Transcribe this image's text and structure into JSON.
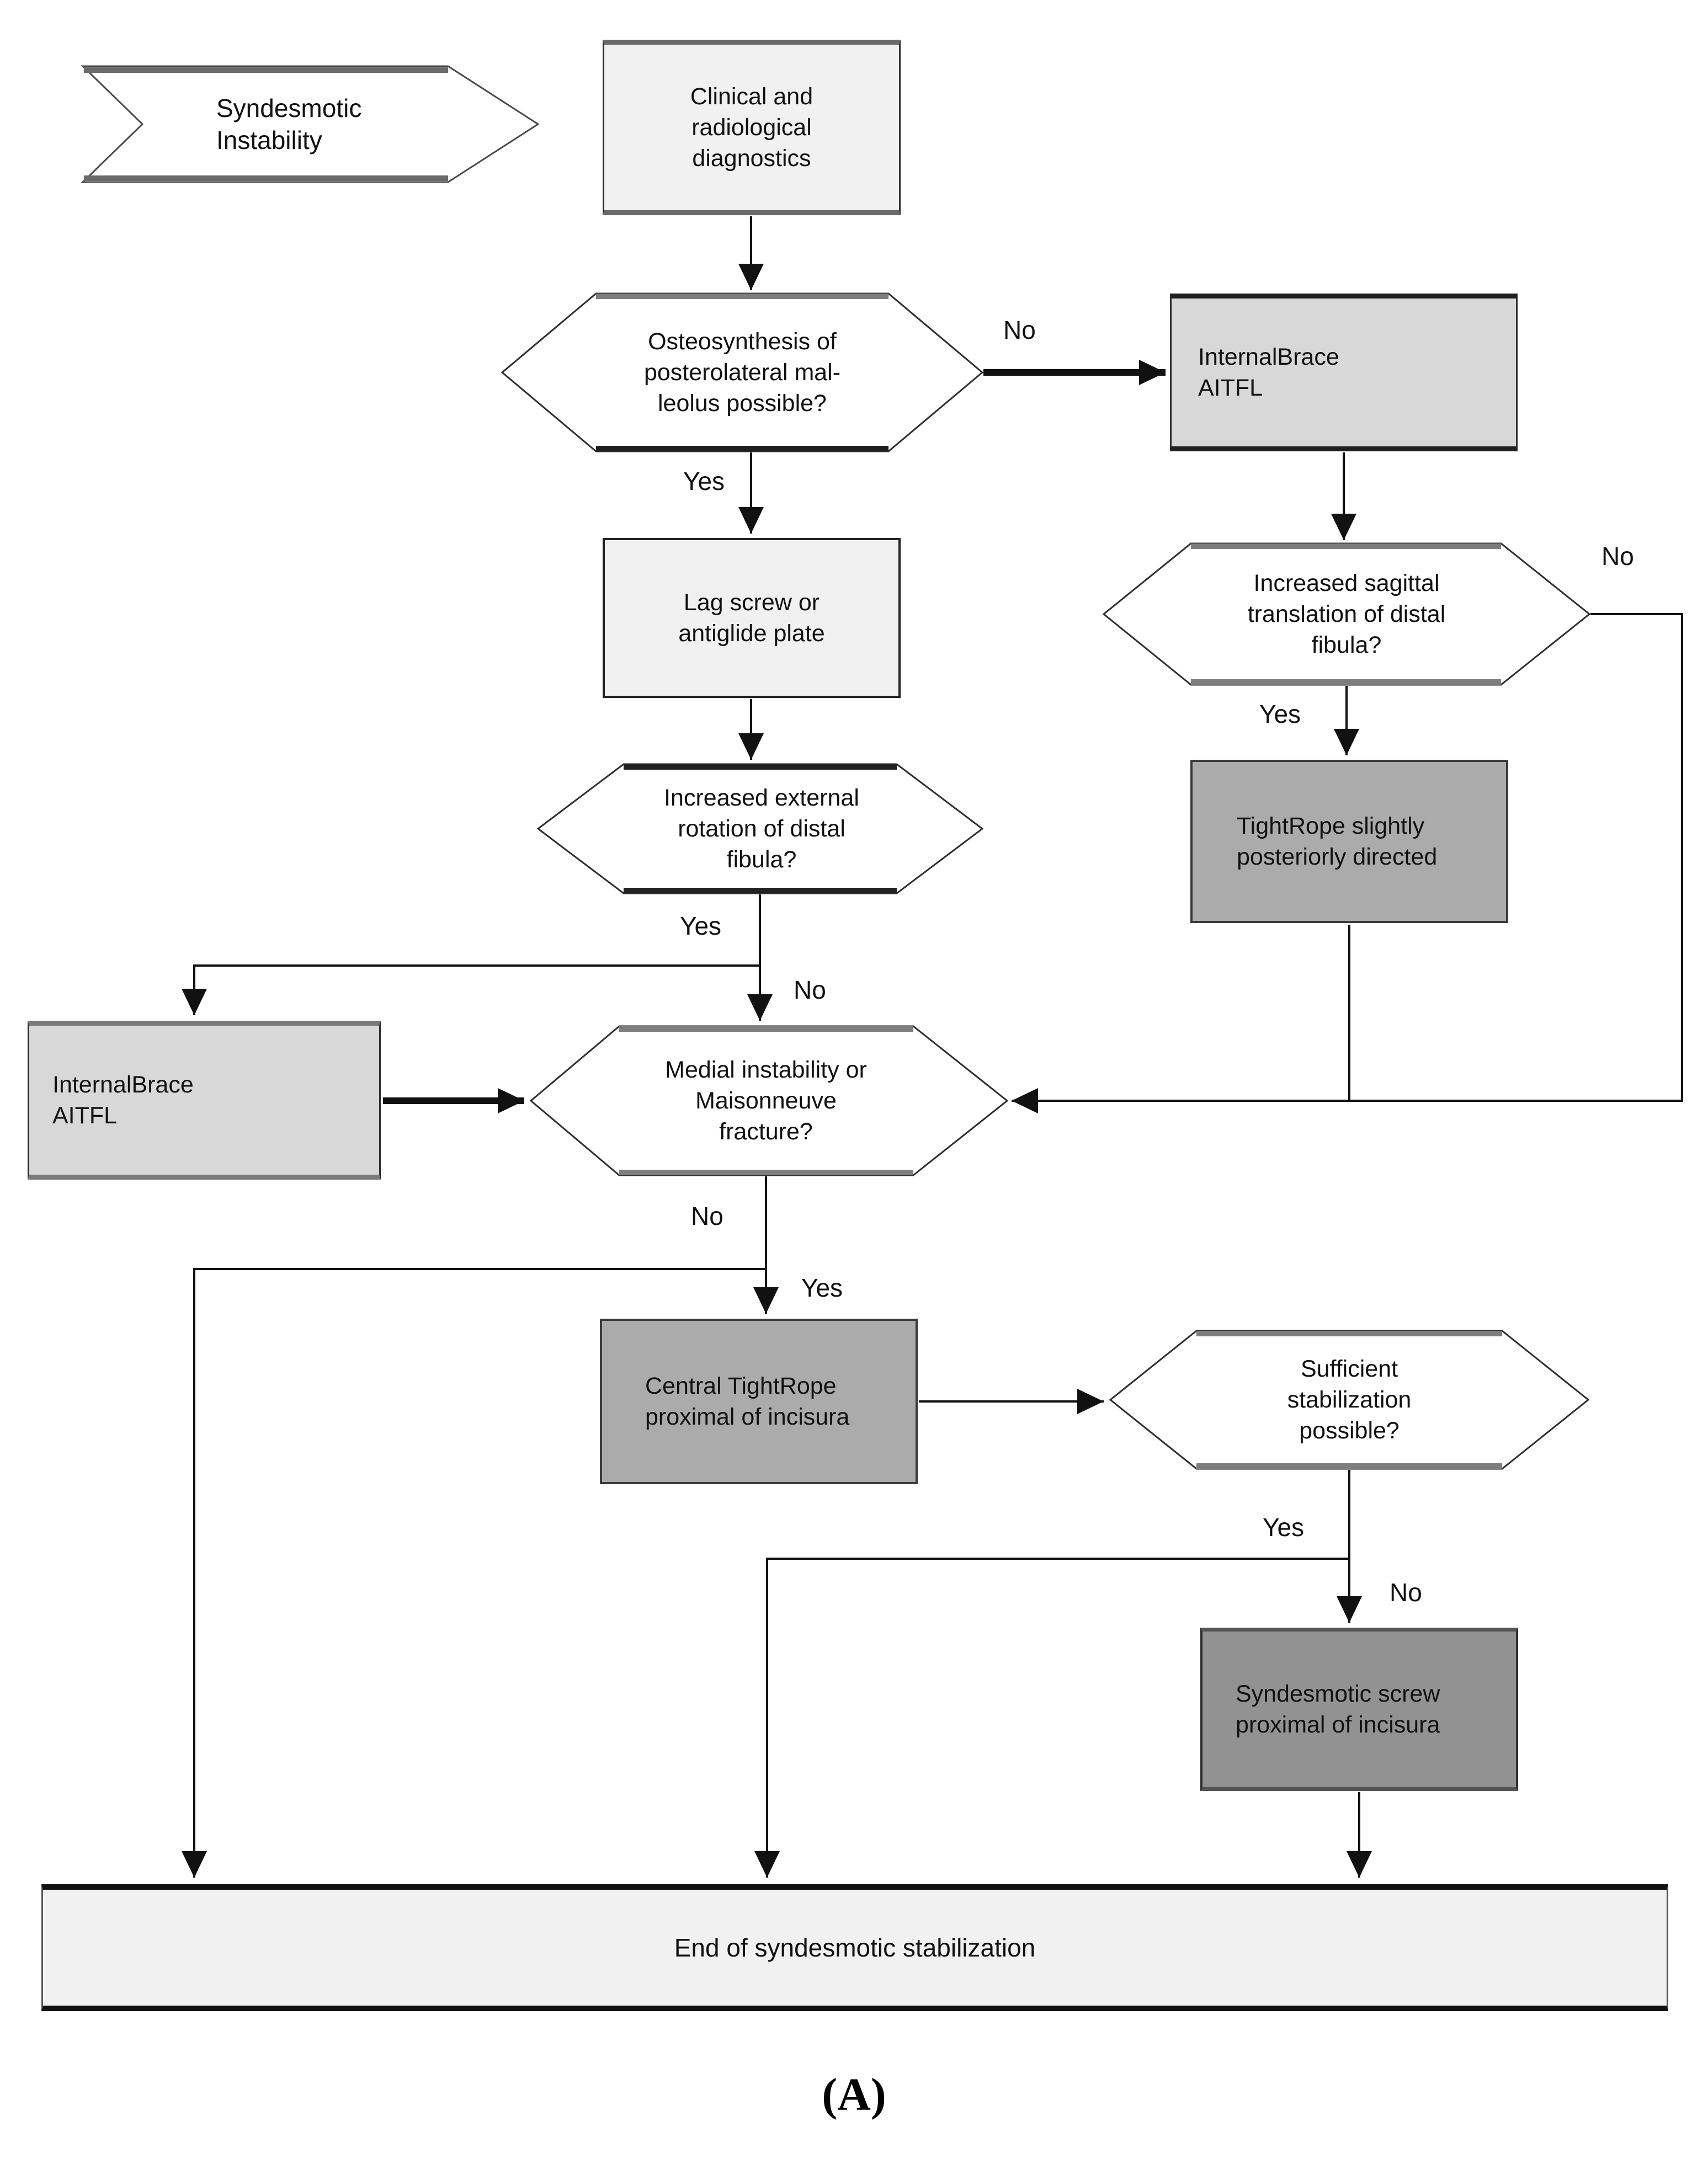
{
  "figure": {
    "caption": "(A)"
  },
  "banner": {
    "line1": "Syndesmotic",
    "line2": "Instability"
  },
  "nodes": {
    "clinical": {
      "line1": "Clinical and",
      "line2": "radiological",
      "line3": "diagnostics"
    },
    "osteo": {
      "line1": "Osteosynthesis of",
      "line2": "posterolateral mal-",
      "line3": "leolus possible?"
    },
    "ib_right": {
      "line1": "InternalBrace",
      "line2": "AITFL"
    },
    "sagittal": {
      "line1": "Increased sagittal",
      "line2": "translation of distal",
      "line3": "fibula?"
    },
    "tightrope": {
      "line1": "TightRope slightly",
      "line2": "posteriorly directed"
    },
    "lagscrew": {
      "line1": "Lag screw or",
      "line2": "antiglide plate"
    },
    "extrot": {
      "line1": "Increased external",
      "line2": "rotation of distal",
      "line3": "fibula?"
    },
    "ib_left": {
      "line1": "InternalBrace",
      "line2": "AITFL"
    },
    "medial": {
      "line1": "Medial instability or",
      "line2": "Maisonneuve",
      "line3": "fracture?"
    },
    "central_tr": {
      "line1": "Central TightRope",
      "line2": "proximal of incisura"
    },
    "sufficient": {
      "line1": "Sufficient",
      "line2": "stabilization",
      "line3": "possible?"
    },
    "synd_screw": {
      "line1": "Syndesmotic screw",
      "line2": "proximal of incisura"
    },
    "end": {
      "line1": "End of syndesmotic stabilization"
    }
  },
  "labels": {
    "osteo_no": "No",
    "osteo_yes": "Yes",
    "sagittal_no": "No",
    "sagittal_yes": "Yes",
    "extrot_yes": "Yes",
    "extrot_no": "No",
    "medial_no": "No",
    "medial_yes": "Yes",
    "sufficient_yes": "Yes",
    "sufficient_no": "No"
  },
  "colors": {
    "box_light": "#f1f1f1",
    "box_medium": "#d8d8d8",
    "box_dark": "#ababab",
    "box_darkest": "#929292",
    "hexagon_fill": "#ffffff",
    "line": "#111111"
  }
}
